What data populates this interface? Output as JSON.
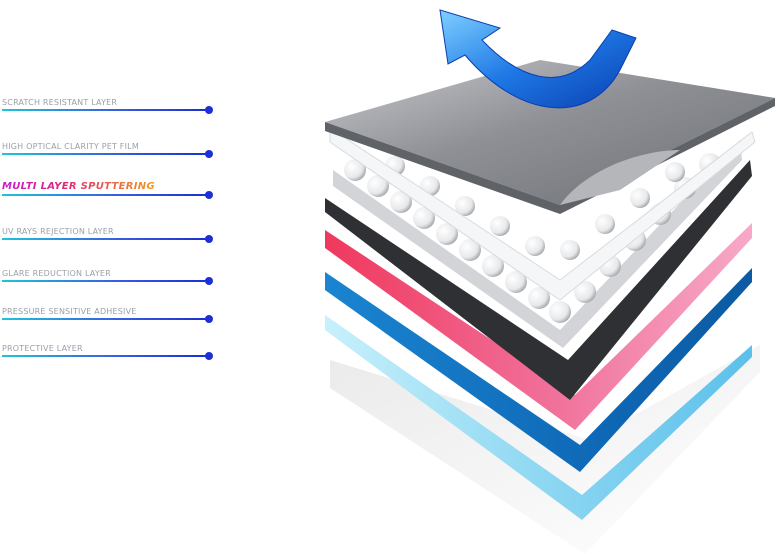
{
  "layers": [
    {
      "label": "SCRATCH RESISTANT LAYER",
      "highlight": false
    },
    {
      "label": "HIGH OPTICAL CLARITY PET FILM",
      "highlight": false
    },
    {
      "label": "MULTI LAYER SPUTTERING",
      "highlight": true
    },
    {
      "label": "UV RAYS REJECTION LAYER",
      "highlight": false
    },
    {
      "label": "GLARE REDUCTION LAYER",
      "highlight": false
    },
    {
      "label": "PRESSURE SENSITIVE ADHESIVE",
      "highlight": false
    },
    {
      "label": "PROTECTIVE LAYER",
      "highlight": false
    }
  ],
  "colors": {
    "line_start": "#20c4d8",
    "line_end": "#1b2fd0",
    "dot": "#1d2fd6",
    "highlight_gradient": [
      "#c71bd8",
      "#e0257a",
      "#f29a1c"
    ],
    "arrow": "#1e78e6",
    "pink_layer": "#ee4b7c",
    "blue_layer": "#1474c4",
    "light_blue_layer": "#8fd8f2",
    "grey_top_layer": "#8e9095"
  },
  "icons": [
    "reflection-arrow-icon"
  ]
}
